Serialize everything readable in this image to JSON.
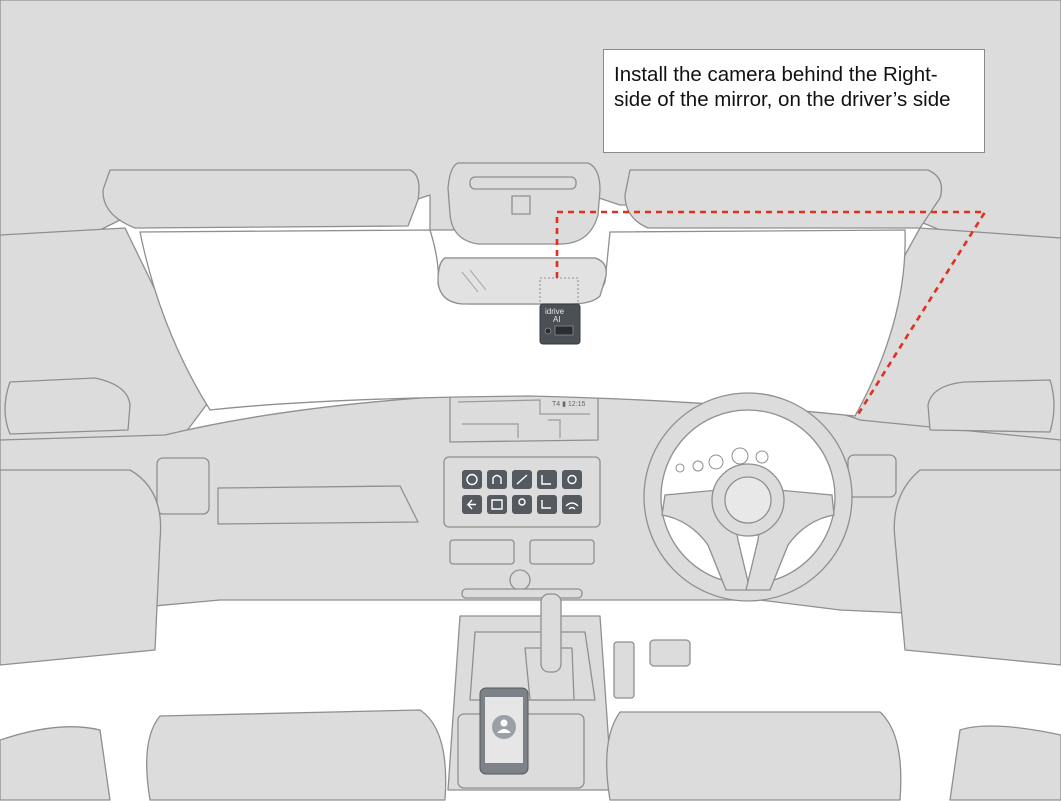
{
  "annotation": {
    "text": "Install the camera behind the Right-side of the mirror, on the driver’s side"
  },
  "camera": {
    "brand_line1": "idrive",
    "brand_line2": "AI"
  },
  "screen": {
    "status_text": "T4 ▮ 12:15"
  },
  "colors": {
    "cable_route": "#e0301e",
    "interior_fill": "#dddddd",
    "interior_stroke": "#8f8f8f",
    "camera_body": "#4a5056"
  },
  "icons": [
    "car-icon",
    "headset-icon",
    "phone-icon",
    "seat-icon",
    "settings-icon",
    "back-icon",
    "book-icon",
    "location-icon",
    "seat-adjust-icon",
    "wifi-icon",
    "user-icon"
  ]
}
